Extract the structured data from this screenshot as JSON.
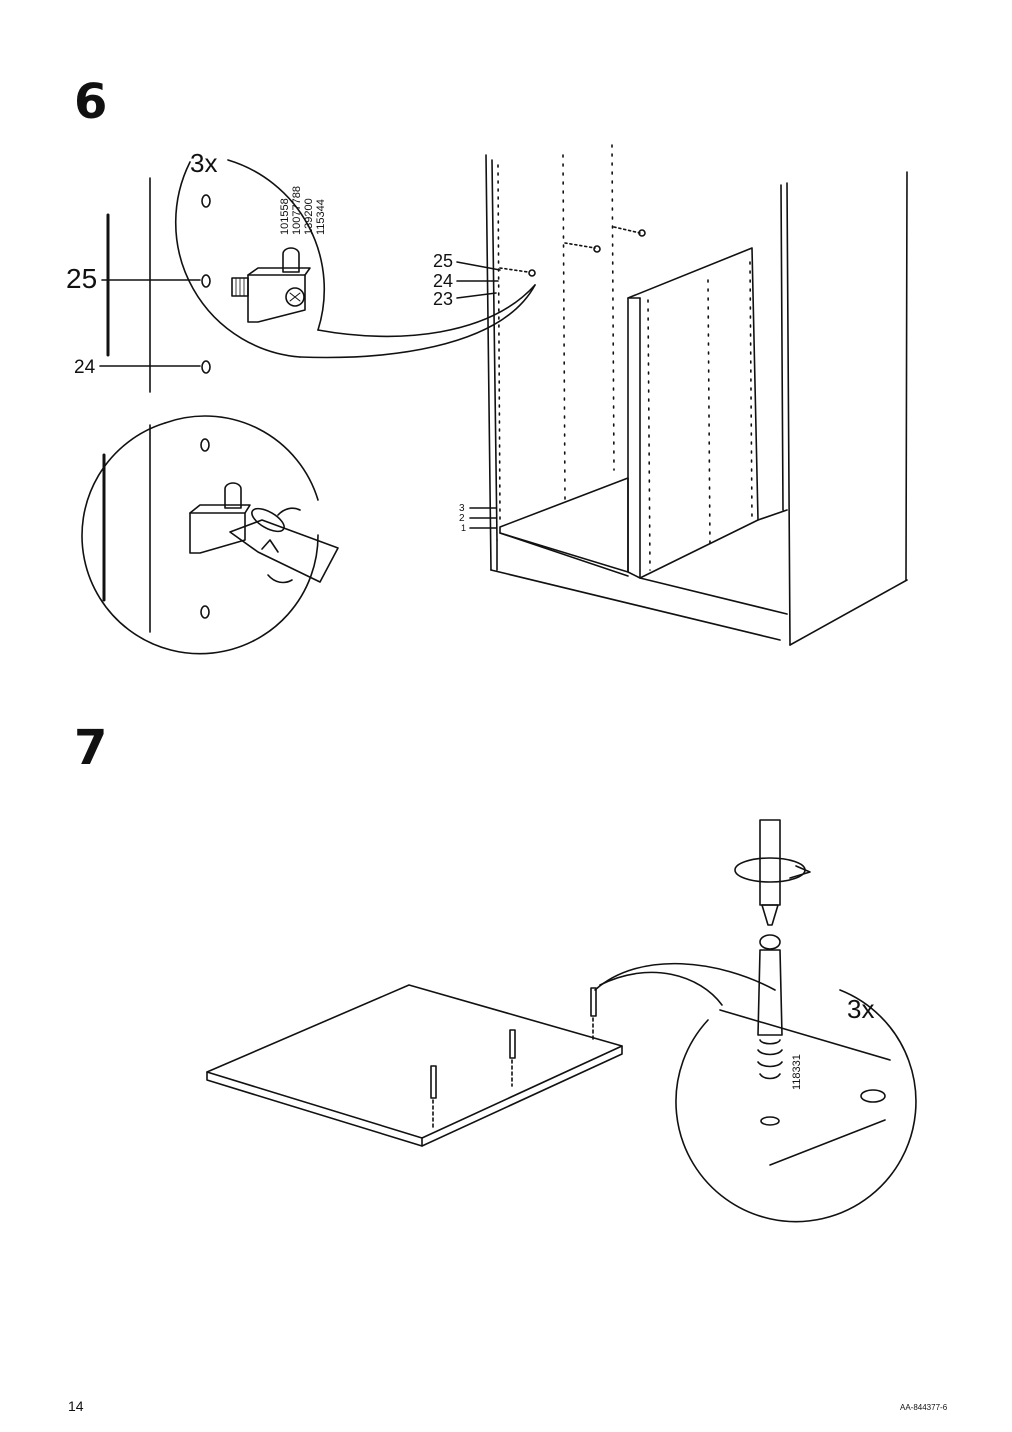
{
  "steps": [
    {
      "number": "6",
      "quantity": "3x",
      "part_numbers": [
        "101558",
        "10077788",
        "139200",
        "115344"
      ],
      "detail_labels": [
        "25",
        "24"
      ],
      "cabinet_labels": [
        "25",
        "24",
        "23"
      ],
      "shelf_labels": [
        "3",
        "2",
        "1"
      ]
    },
    {
      "number": "7",
      "quantity": "3x",
      "part_number": "118331"
    }
  ],
  "footer": {
    "page_number": "14",
    "doc_id": "AA-844377-6"
  }
}
